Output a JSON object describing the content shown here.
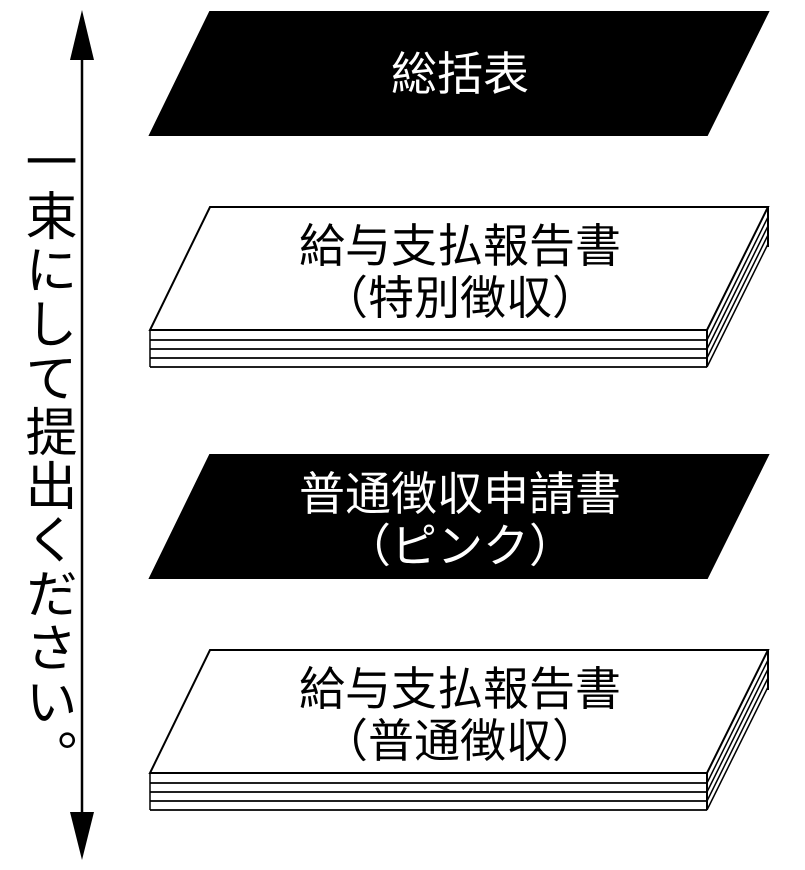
{
  "side_label": "一束にして提出ください。",
  "stack": [
    {
      "style": "black",
      "lines": [
        "総括表"
      ]
    },
    {
      "style": "white-stack",
      "lines": [
        "給与支払報告書",
        "（特別徴収）"
      ]
    },
    {
      "style": "black",
      "lines": [
        "普通徴収申請書",
        "（ピンク）"
      ]
    },
    {
      "style": "white-stack",
      "lines": [
        "給与支払報告書",
        "（普通徴収）"
      ]
    }
  ],
  "colors": {
    "ink": "#000000",
    "paper": "#ffffff"
  }
}
